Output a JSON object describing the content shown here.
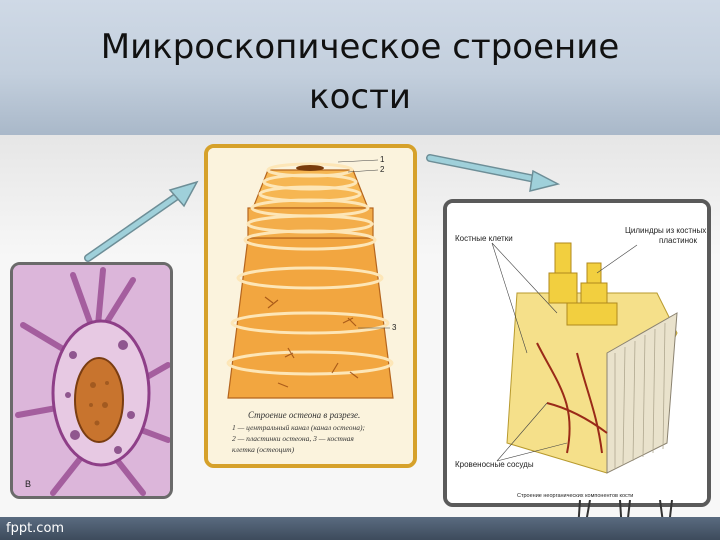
{
  "slide": {
    "title_line1": "Микроскопическое строение",
    "title_line2": "кости"
  },
  "footer": {
    "site": "fppt.com"
  },
  "panel_osteocyte": {
    "corner_mark": "В"
  },
  "panel_osteon": {
    "numbers": [
      "1",
      "2",
      "3"
    ],
    "caption": [
      "Строение остеона в разрезе.",
      "1 — центральный канал (канал остеона);",
      "2 — пластинки остеона, 3 — костная",
      "клетка (остеоцит)"
    ]
  },
  "panel_bone_block": {
    "label_cells": "Костные клетки",
    "label_cylinders_1": "Цилиндры из костных",
    "label_cylinders_2": "пластинок",
    "label_vessels": "Кровеносные сосуды",
    "caption": "Строение неорганических компонентов кости"
  },
  "colors": {
    "header": "#c3cfdd",
    "arrow": "#8fc3cf",
    "osteon_frame": "#d6a12a",
    "footer": "#4a5a6e"
  }
}
